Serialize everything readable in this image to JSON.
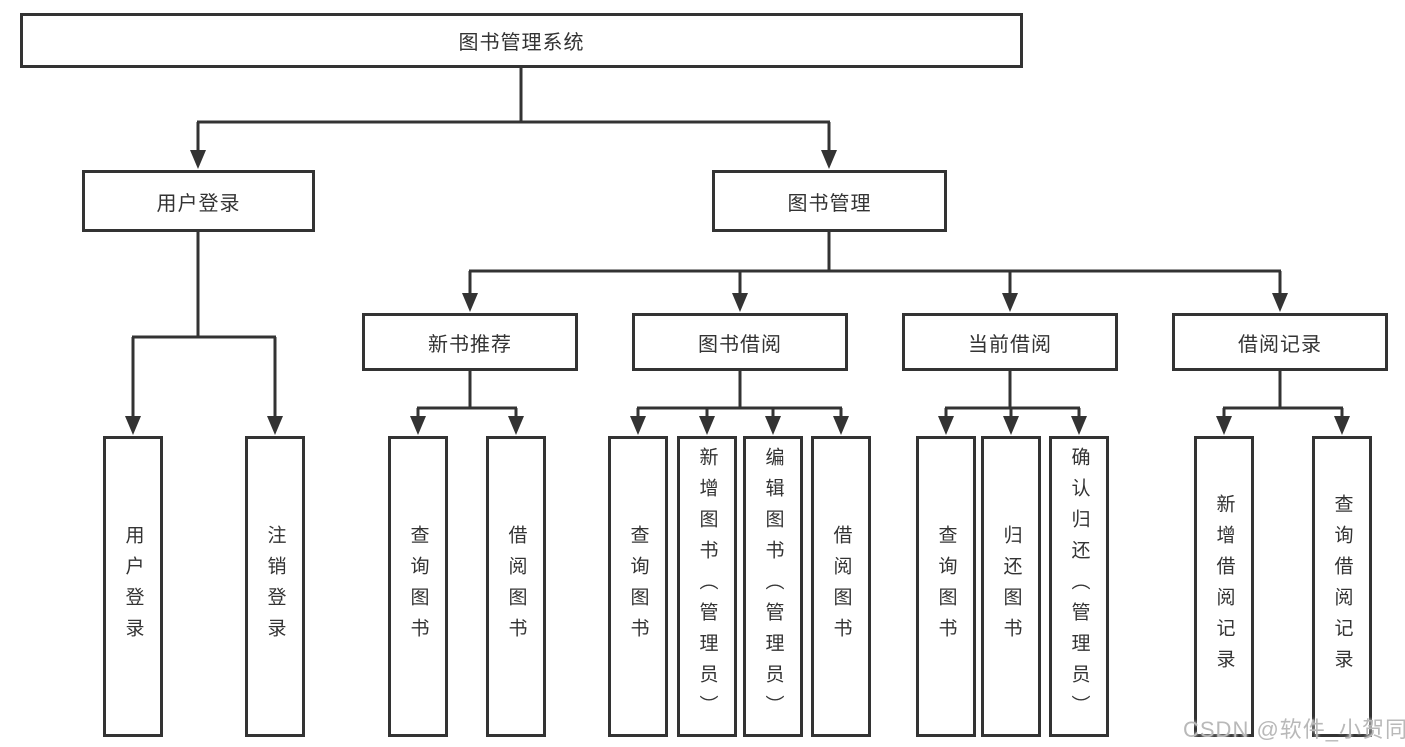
{
  "nodes": {
    "root": "图书管理系统",
    "level2": [
      "用户登录",
      "图书管理"
    ],
    "level3": [
      "新书推荐",
      "图书借阅",
      "当前借阅",
      "借阅记录"
    ],
    "leaves_login": [
      "用户登录",
      "注销登录"
    ],
    "leaves_recommend": [
      "查询图书",
      "借阅图书"
    ],
    "leaves_borrow": [
      "查询图书",
      "新增图书（管理员）",
      "编辑图书（管理员）",
      "借阅图书"
    ],
    "leaves_current": [
      "查询图书",
      "归还图书",
      "确认归还（管理员）"
    ],
    "leaves_records": [
      "新增借阅记录",
      "查询借阅记录"
    ]
  },
  "watermark": "CSDN @软件_小贺同学",
  "colors": {
    "line": "#333333",
    "box_border": "#333333",
    "text": "#333333",
    "background": "#ffffff",
    "watermark": "#b9b9b9"
  }
}
